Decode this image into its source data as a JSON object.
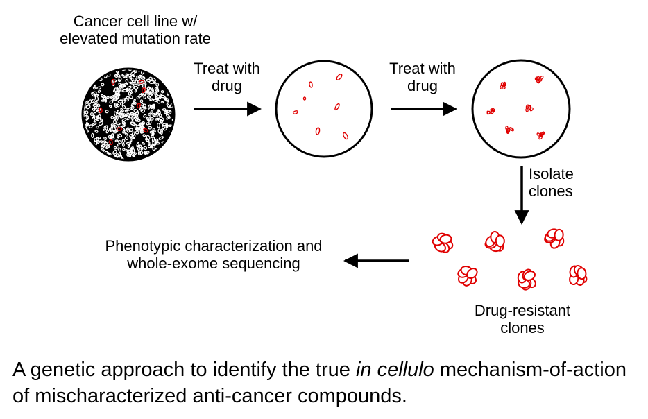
{
  "labels": {
    "start_line1": "Cancer cell line w/",
    "start_line2": "elevated mutation rate",
    "step1_line1": "Treat with",
    "step1_line2": "drug",
    "step2_line1": "Treat with",
    "step2_line2": "drug",
    "isolate_line1": "Isolate",
    "isolate_line2": "clones",
    "resistant_line1": "Drug-resistant",
    "resistant_line2": "clones",
    "pheno_line1": "Phenotypic characterization and",
    "pheno_line2": "whole-exome sequencing"
  },
  "caption": {
    "part1": "A genetic approach to identify the true ",
    "italic": "in cellulo",
    "part2": " mechanism-of-action of mischaracterized anti-cancer compounds."
  },
  "colors": {
    "ink": "#000000",
    "resistant": "#e00000"
  }
}
